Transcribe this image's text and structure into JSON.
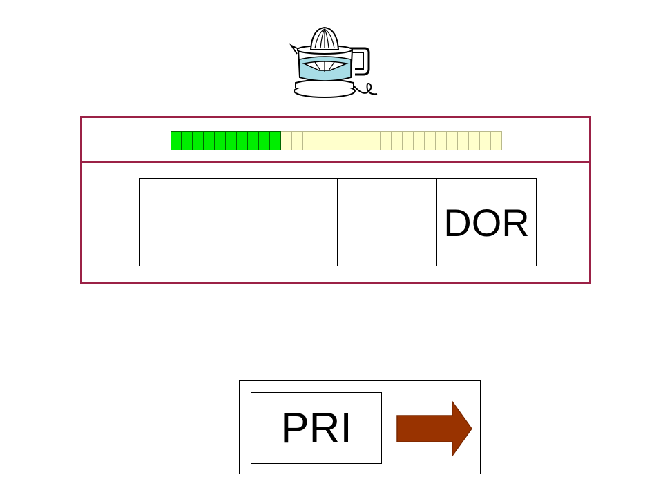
{
  "picture": {
    "icon": "citrus-juicer-icon",
    "colors": {
      "water": "#a8dde6",
      "outline": "#000000"
    }
  },
  "progress": {
    "total_segments": 30,
    "filled_segments": 10,
    "colors": {
      "filled": "#00ee00",
      "empty": "#ffffcc"
    }
  },
  "slots": [
    {
      "text": ""
    },
    {
      "text": ""
    },
    {
      "text": ""
    },
    {
      "text": "DOR"
    }
  ],
  "choice": {
    "syllable": "PRI",
    "next_icon": "right-arrow-icon",
    "arrow_color": "#993300"
  },
  "colors": {
    "panel_border": "#9b2146"
  }
}
